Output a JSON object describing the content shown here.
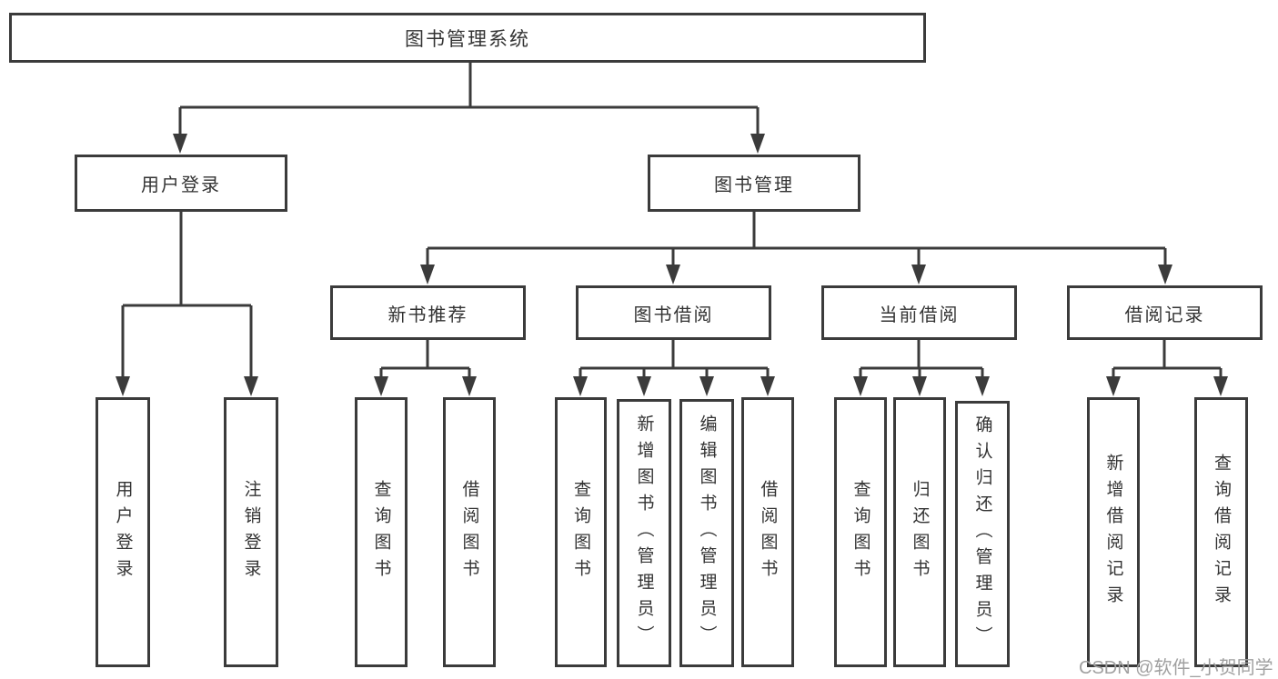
{
  "tree": {
    "label": "图书管理系统",
    "children": [
      {
        "label": "用户登录",
        "children": [
          {
            "label": "用户登录"
          },
          {
            "label": "注销登录"
          }
        ]
      },
      {
        "label": "图书管理",
        "children": [
          {
            "label": "新书推荐",
            "children": [
              {
                "label": "查询图书"
              },
              {
                "label": "借阅图书"
              }
            ]
          },
          {
            "label": "图书借阅",
            "children": [
              {
                "label": "查询图书"
              },
              {
                "label": "新增图书（管理员）"
              },
              {
                "label": "编辑图书（管理员）"
              },
              {
                "label": "借阅图书"
              }
            ]
          },
          {
            "label": "当前借阅",
            "children": [
              {
                "label": "查询图书"
              },
              {
                "label": "归还图书"
              },
              {
                "label": "确认归还（管理员）"
              }
            ]
          },
          {
            "label": "借阅记录",
            "children": [
              {
                "label": "新增借阅记录"
              },
              {
                "label": "查询借阅记录"
              }
            ]
          }
        ]
      }
    ]
  },
  "watermark": {
    "text": "CSDN @软件_小贺同学"
  },
  "colors": {
    "line": "#3b3b3b",
    "text": "#333333",
    "watermark": "#a0a0a0",
    "background": "#ffffff"
  }
}
